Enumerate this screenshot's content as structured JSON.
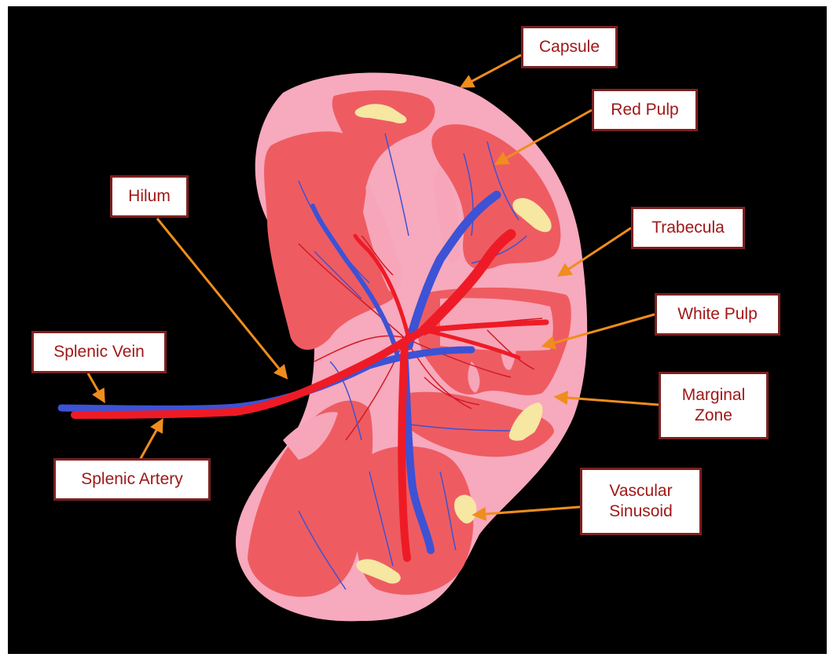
{
  "colors": {
    "background": "#000000",
    "capsule": "#f7a9bd",
    "red_pulp": "#ee5c62",
    "marginal_zone": "#f6a6b8",
    "artery": "#ee1b26",
    "vein": "#3d52d5",
    "sinusoid": "#f6e7a2",
    "arrow": "#ef8d1e",
    "label_border": "#7d2020",
    "label_text": "#a01818"
  },
  "labels": {
    "capsule": "Capsule",
    "red_pulp": "Red Pulp",
    "trabecula": "Trabecula",
    "white_pulp": "White Pulp",
    "marginal_zone": "Marginal\nZone",
    "vascular_sinusoid": "Vascular\nSinusoid",
    "hilum": "Hilum",
    "splenic_vein": "Splenic Vein",
    "splenic_artery": "Splenic Artery"
  }
}
